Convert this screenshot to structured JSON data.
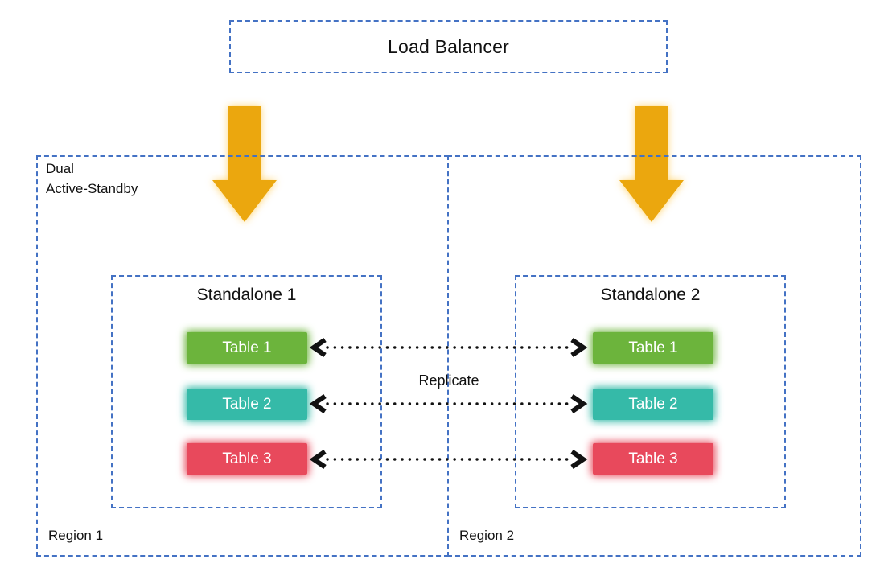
{
  "diagram": {
    "load_balancer": {
      "label": "Load Balancer"
    },
    "mode_label": {
      "line1": "Dual",
      "line2": "Active-Standby"
    },
    "regions": {
      "left": {
        "name": "Region 1",
        "standalone": "Standalone 1"
      },
      "right": {
        "name": "Region 2",
        "standalone": "Standalone 2"
      }
    },
    "tables": [
      {
        "label": "Table 1",
        "color": "#6CB43C"
      },
      {
        "label": "Table 2",
        "color": "#35BAA8"
      },
      {
        "label": "Table 3",
        "color": "#E8495C"
      }
    ],
    "replication": {
      "label": "Replicate"
    },
    "colors": {
      "dashed_border": "#4472C4",
      "flow_arrow": "#EBA70E",
      "replicate_arrow": "#111111",
      "text": "#1A1A1A",
      "chip_text": "#FFFFFF",
      "background": "#FFFFFF"
    }
  }
}
